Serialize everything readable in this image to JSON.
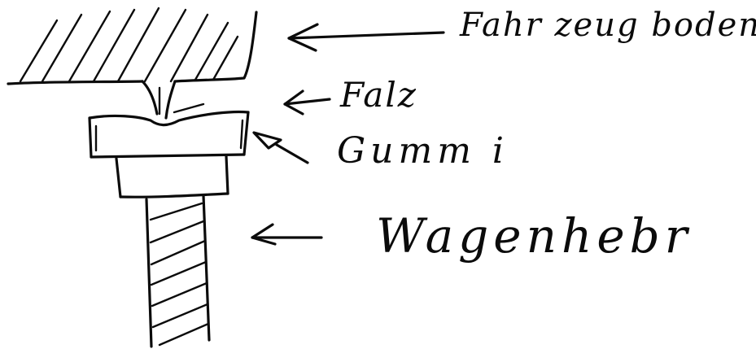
{
  "labels": {
    "vehicle_floor": "Fahr zeug boden",
    "seam": "Falz",
    "rubber": "Gumm i",
    "jack": "Wagenhebr"
  }
}
